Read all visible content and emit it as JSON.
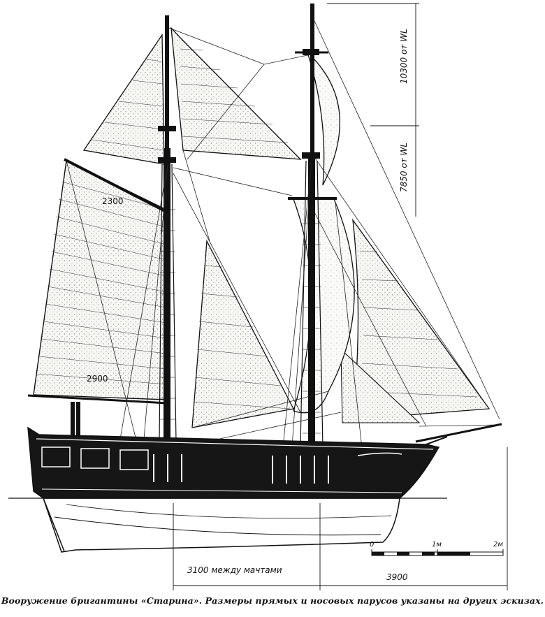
{
  "dimensions": {
    "topmast_height": "10300 от WL",
    "masthead_height": "7850 от WL",
    "gaff_length": "2300",
    "boom_length": "2900",
    "mast_spacing": "3100 между мачтами",
    "bow_length": "3900"
  },
  "scale": {
    "zero": "0",
    "one": "1м",
    "two": "2м"
  },
  "caption": "Вооружение бригантины «Старина». Размеры прямых и носовых парусов указаны на других эскизах.",
  "colors": {
    "ink": "#111111",
    "sail_fill": "#f4f4f1",
    "hull": "#161616",
    "paper": "#ffffff"
  }
}
